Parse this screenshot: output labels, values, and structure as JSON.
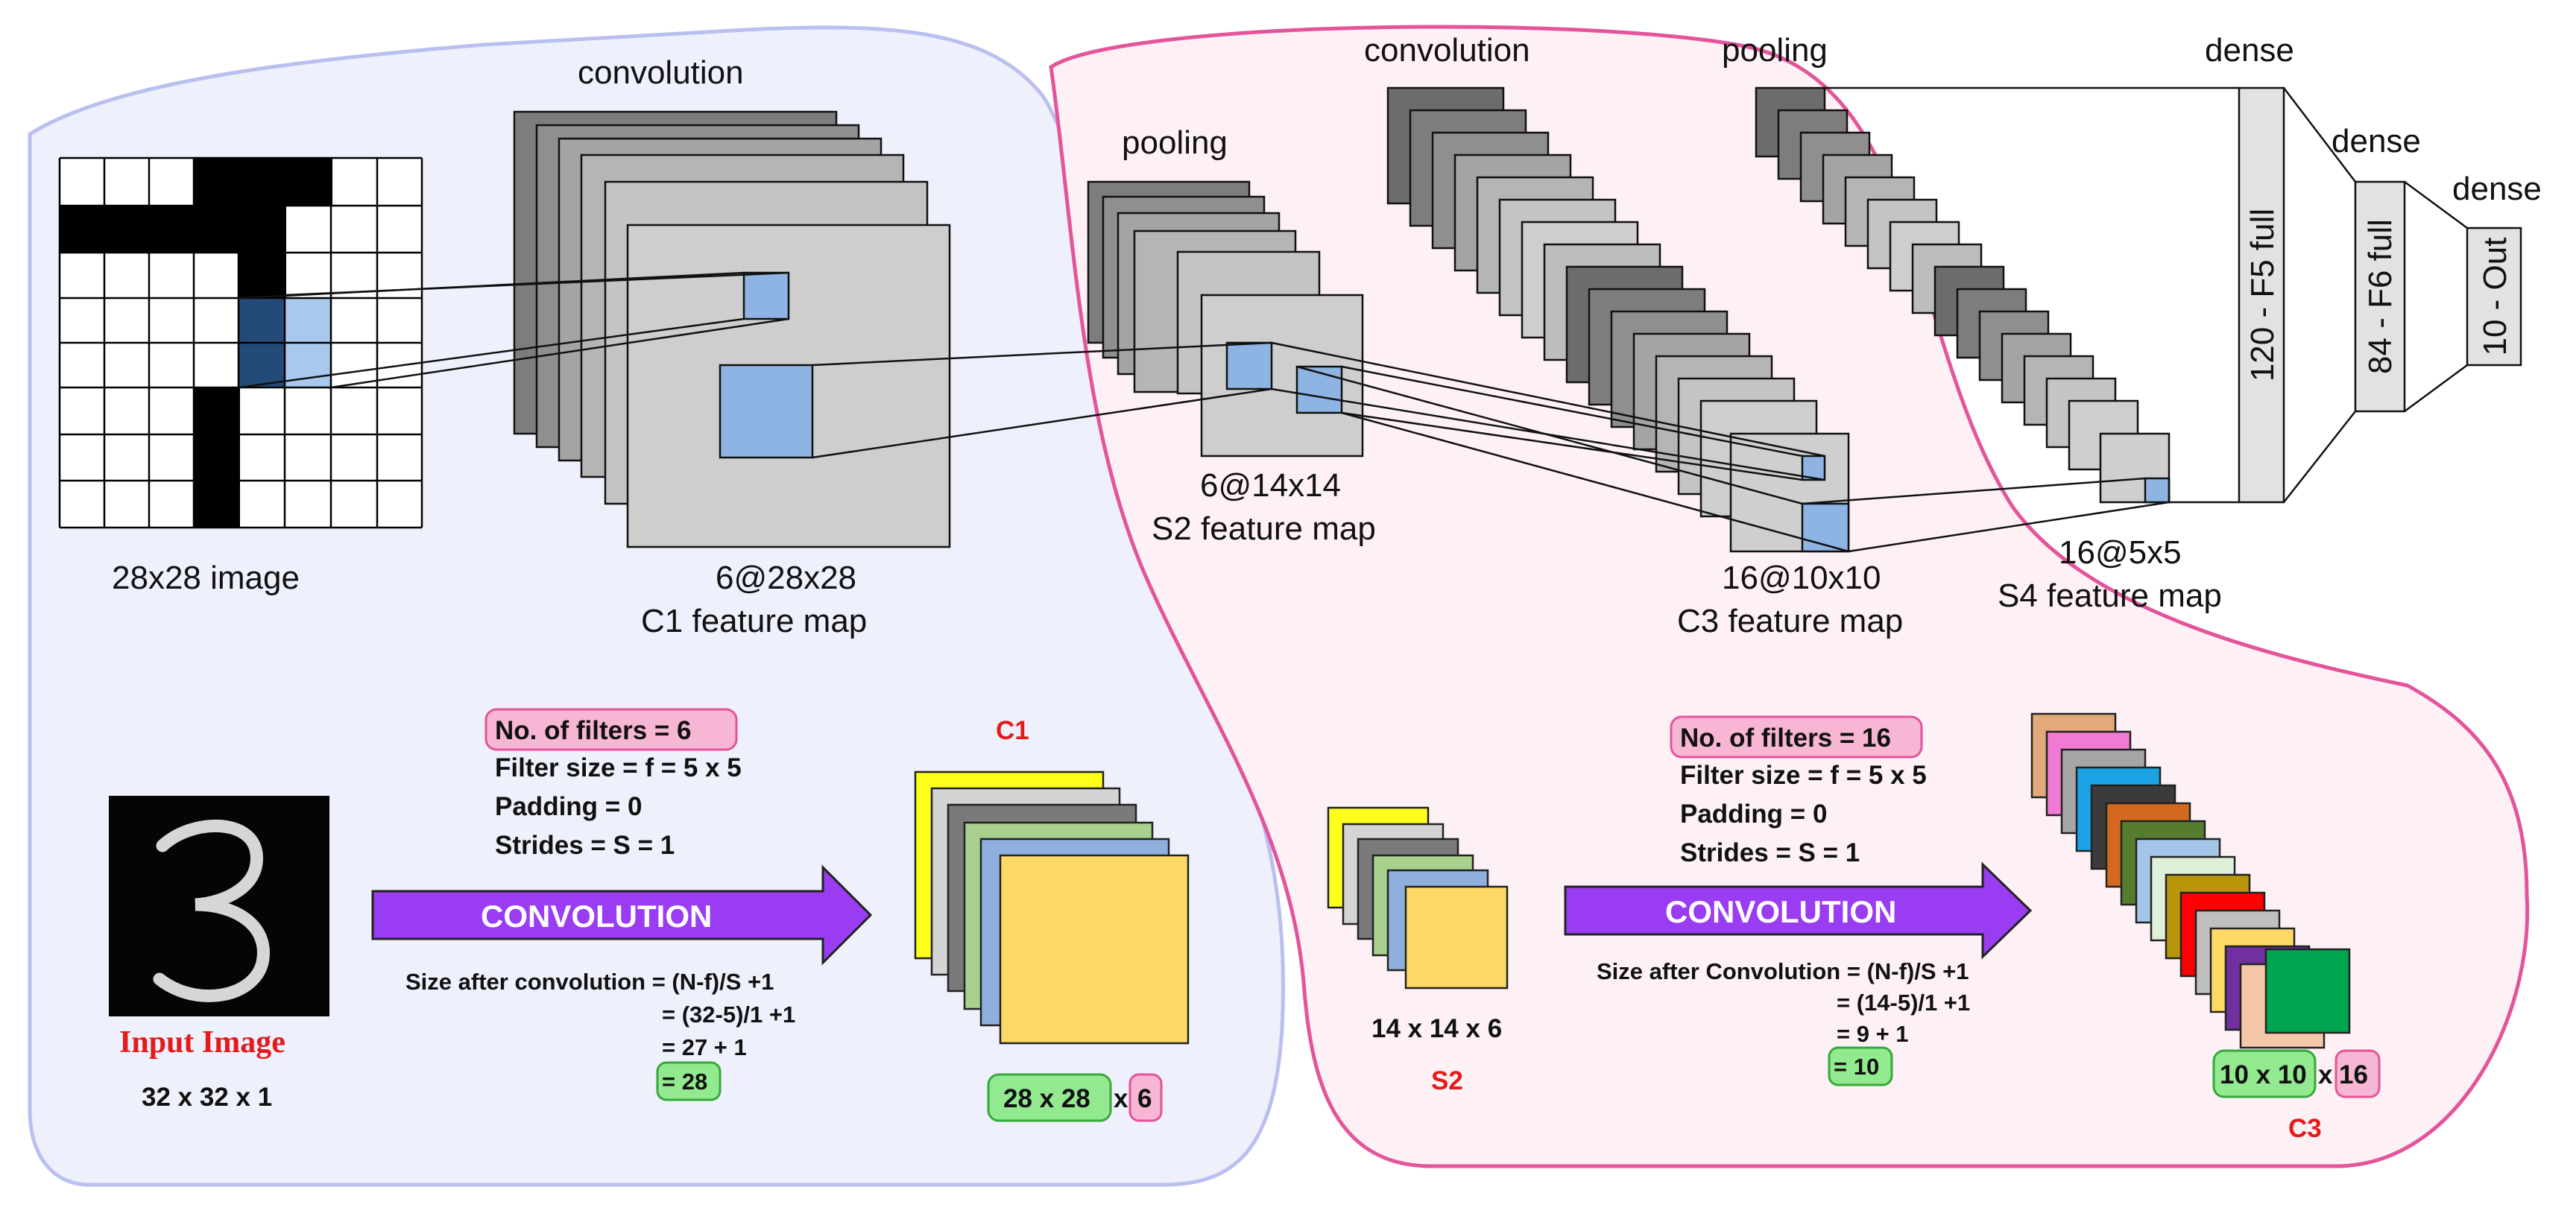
{
  "top": {
    "input_caption": "28x28 image",
    "conv1_label": "convolution",
    "c1_dims": "6@28x28",
    "c1_name": "C1 feature map",
    "pool1_label": "pooling",
    "s2_dims": "6@14x14",
    "s2_name": "S2 feature map",
    "conv2_label": "convolution",
    "c3_dims": "16@10x10",
    "c3_name": "C3 feature map",
    "pool2_label": "pooling",
    "s4_dims": "16@5x5",
    "s4_name": "S4 feature map",
    "dense1_label": "dense",
    "dense2_label": "dense",
    "dense3_label": "dense",
    "f5_text": "120 - F5 full",
    "f6_text": "84 - F6 full",
    "out_text": "10 - Out"
  },
  "left_panel": {
    "input_title": "Input Image",
    "input_dims": "32 x 32 x 1",
    "filters_badge": "No. of filters = 6",
    "filter_size": "Filter size = f = 5 x 5",
    "padding": "Padding = 0",
    "strides": "Strides = S  = 1",
    "arrow_label": "CONVOLUTION",
    "formula_1": "Size after convolution = (N-f)/S +1",
    "formula_2": "= (32-5)/1 +1",
    "formula_3": "= 27 + 1",
    "result": "= 28",
    "stack_label": "C1",
    "out_size": "28 x 28",
    "times": "x",
    "out_depth": "6"
  },
  "right_panel": {
    "s2_dims": "14 x 14 x 6",
    "s2_label": "S2",
    "filters_badge": "No. of filters = 16",
    "filter_size": "Filter size = f = 5 x 5",
    "padding": "Padding = 0",
    "strides": "Strides = S  = 1",
    "arrow_label": "CONVOLUTION",
    "formula_1": "Size after Convolution = (N-f)/S +1",
    "formula_2": "= (14-5)/1 +1",
    "formula_3": "= 9 + 1",
    "result": "= 10",
    "out_size": "10 x 10",
    "times": "x",
    "out_depth": "16",
    "stack_label": "C3"
  },
  "colors": {
    "region_left_fill": "#eef0fb",
    "region_left_stroke": "#b9c0f0",
    "region_right_fill": "#fdf1f6",
    "region_right_stroke": "#e4549a",
    "kernel_blue": "#8db4e2",
    "kernel_dark": "#244a78",
    "arrow_purple": "#9a3cf2",
    "badge_pink": "#f7b6d3",
    "badge_green": "#93e98f",
    "label_red": "#e41b1b"
  }
}
